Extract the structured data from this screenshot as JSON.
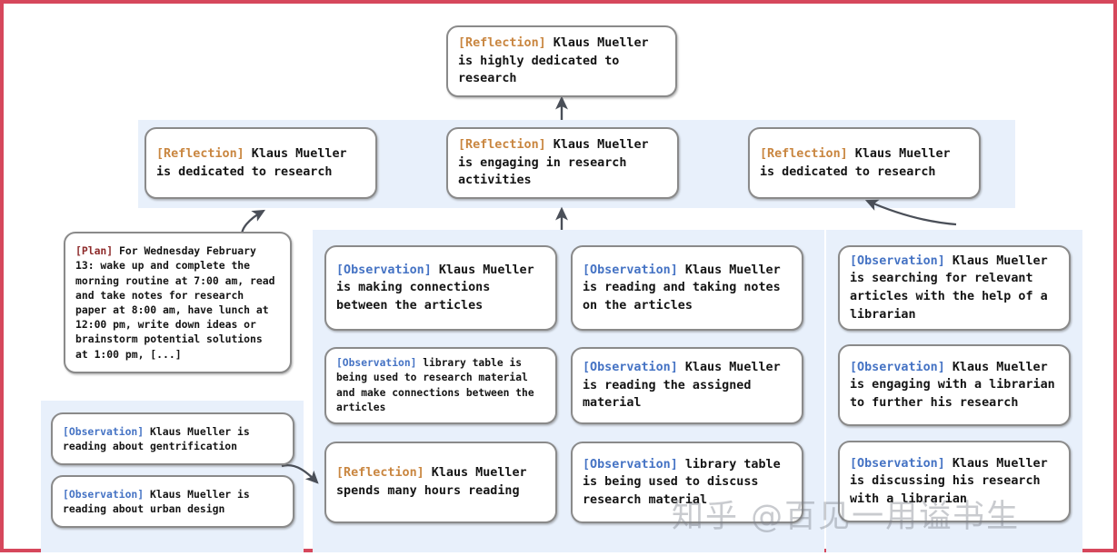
{
  "diagram": {
    "title": "Memory stream reflection tree",
    "frame_color": "#d6475c",
    "panel_color": "#e8f0fb",
    "tag_colors": {
      "reflection": "#c98640",
      "observation": "#4573c4",
      "plan": "#8e2b2b"
    }
  },
  "watermark": {
    "text": "知乎 @百见一用谥书生"
  },
  "nodes": {
    "root": {
      "tag": "[Reflection]",
      "tag_type": "reflection",
      "text": " Klaus Mueller is highly dedicated to research"
    },
    "mid_left": {
      "tag": "[Reflection]",
      "tag_type": "reflection",
      "text": " Klaus Mueller is dedicated to research"
    },
    "mid_center": {
      "tag": "[Reflection]",
      "tag_type": "reflection",
      "text": " Klaus Mueller is engaging in research activities"
    },
    "mid_right": {
      "tag": "[Reflection]",
      "tag_type": "reflection",
      "text": " Klaus Mueller is dedicated to research"
    },
    "plan": {
      "tag": "[Plan]",
      "tag_type": "plan",
      "text": " For Wednesday February 13: wake up and complete the morning routine at 7:00 am, read and take notes for research paper at 8:00 am, have lunch at 12:00 pm, write down ideas or brainstorm potential solutions at 1:00 pm, [...]"
    },
    "bl_obs_1": {
      "tag": "[Observation]",
      "tag_type": "observation",
      "text": " Klaus Mueller is reading about gentrification"
    },
    "bl_obs_2": {
      "tag": "[Observation]",
      "tag_type": "observation",
      "text": " Klaus Mueller is reading about urban design"
    },
    "c1_obs_1": {
      "tag": "[Observation]",
      "tag_type": "observation",
      "text": " Klaus Mueller is making connections between the articles"
    },
    "c1_obs_2": {
      "tag": "[Observation]",
      "tag_type": "observation",
      "text": " library table is being used to research material and make connections between the articles"
    },
    "c1_refl_3": {
      "tag": "[Reflection]",
      "tag_type": "reflection",
      "text": " Klaus Mueller spends many hours reading"
    },
    "c2_obs_1": {
      "tag": "[Observation]",
      "tag_type": "observation",
      "text": " Klaus Mueller is reading and taking notes on the articles"
    },
    "c2_obs_2": {
      "tag": "[Observation]",
      "tag_type": "observation",
      "text": " Klaus Mueller is reading the assigned material"
    },
    "c2_obs_3": {
      "tag": "[Observation]",
      "tag_type": "observation",
      "text": " library table is being used to discuss research material"
    },
    "c3_obs_1": {
      "tag": "[Observation]",
      "tag_type": "observation",
      "text": " Klaus Mueller is searching for relevant articles with the help of a librarian"
    },
    "c3_obs_2": {
      "tag": "[Observation]",
      "tag_type": "observation",
      "text": " Klaus Mueller is engaging with a librarian to further his research"
    },
    "c3_obs_3": {
      "tag": "[Observation]",
      "tag_type": "observation",
      "text": " Klaus Mueller is discussing his research with a librarian"
    }
  }
}
